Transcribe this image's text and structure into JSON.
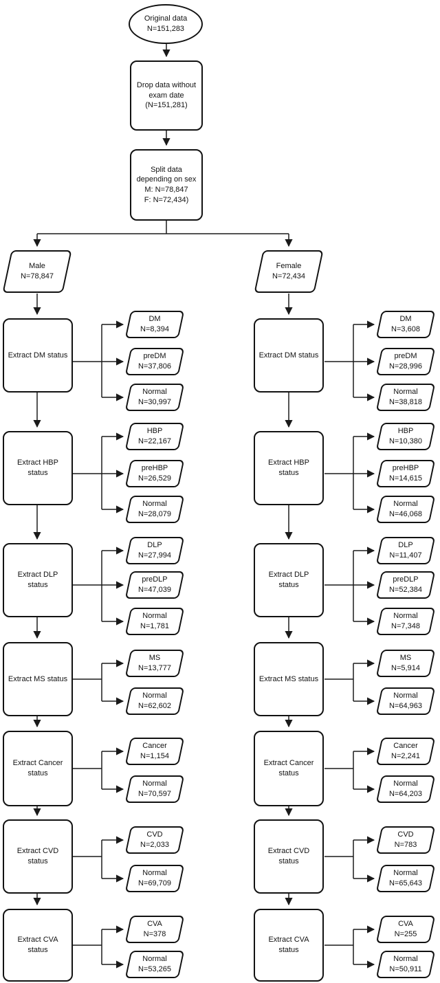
{
  "top": {
    "original": {
      "l1": "Original data",
      "l2": "N=151,283"
    },
    "drop": {
      "l1": "Drop data without",
      "l2": "exam date",
      "l3": "(N=151,281)"
    },
    "split": {
      "l1": "Split data",
      "l2": "depending on sex",
      "l3": "M: N=78,847",
      "l4": "F: N=72,434)"
    }
  },
  "male": {
    "entry": {
      "label": "Male",
      "n": "N=78,847"
    },
    "steps": [
      {
        "l1": "Extract DM status",
        "l2": "",
        "outputs": [
          {
            "label": "DM",
            "n": "N=8,394"
          },
          {
            "label": "preDM",
            "n": "N=37,806"
          },
          {
            "label": "Normal",
            "n": "N=30,997"
          }
        ]
      },
      {
        "l1": "Extract HBP",
        "l2": "status",
        "outputs": [
          {
            "label": "HBP",
            "n": "N=22,167"
          },
          {
            "label": "preHBP",
            "n": "N=26,529"
          },
          {
            "label": "Normal",
            "n": "N=28,079"
          }
        ]
      },
      {
        "l1": "Extract DLP",
        "l2": "status",
        "outputs": [
          {
            "label": "DLP",
            "n": "N=27,994"
          },
          {
            "label": "preDLP",
            "n": "N=47,039"
          },
          {
            "label": "Normal",
            "n": "N=1,781"
          }
        ]
      },
      {
        "l1": "Extract MS status",
        "l2": "",
        "outputs": [
          {
            "label": "MS",
            "n": "N=13,777"
          },
          {
            "label": "Normal",
            "n": "N=62,602"
          }
        ]
      },
      {
        "l1": "Extract Cancer",
        "l2": "status",
        "outputs": [
          {
            "label": "Cancer",
            "n": "N=1,154"
          },
          {
            "label": "Normal",
            "n": "N=70,597"
          }
        ]
      },
      {
        "l1": "Extract CVD",
        "l2": "status",
        "outputs": [
          {
            "label": "CVD",
            "n": "N=2,033"
          },
          {
            "label": "Normal",
            "n": "N=69,709"
          }
        ]
      },
      {
        "l1": "Extract CVA",
        "l2": "status",
        "outputs": [
          {
            "label": "CVA",
            "n": "N=378"
          },
          {
            "label": "Normal",
            "n": "N=53,265"
          }
        ]
      }
    ]
  },
  "female": {
    "entry": {
      "label": "Female",
      "n": "N=72,434"
    },
    "steps": [
      {
        "l1": "Extract DM status",
        "l2": "",
        "outputs": [
          {
            "label": "DM",
            "n": "N=3,608"
          },
          {
            "label": "preDM",
            "n": "N=28,996"
          },
          {
            "label": "Normal",
            "n": "N=38,818"
          }
        ]
      },
      {
        "l1": "Extract HBP",
        "l2": "status",
        "outputs": [
          {
            "label": "HBP",
            "n": "N=10,380"
          },
          {
            "label": "preHBP",
            "n": "N=14,615"
          },
          {
            "label": "Normal",
            "n": "N=46,068"
          }
        ]
      },
      {
        "l1": "Extract DLP",
        "l2": "status",
        "outputs": [
          {
            "label": "DLP",
            "n": "N=11,407"
          },
          {
            "label": "preDLP",
            "n": "N=52,384"
          },
          {
            "label": "Normal",
            "n": "N=7,348"
          }
        ]
      },
      {
        "l1": "Extract MS status",
        "l2": "",
        "outputs": [
          {
            "label": "MS",
            "n": "N=5,914"
          },
          {
            "label": "Normal",
            "n": "N=64,963"
          }
        ]
      },
      {
        "l1": "Extract Cancer",
        "l2": "status",
        "outputs": [
          {
            "label": "Cancer",
            "n": "N=2,241"
          },
          {
            "label": "Normal",
            "n": "N=64,203"
          }
        ]
      },
      {
        "l1": "Extract CVD",
        "l2": "status",
        "outputs": [
          {
            "label": "CVD",
            "n": "N=783"
          },
          {
            "label": "Normal",
            "n": "N=65,643"
          }
        ]
      },
      {
        "l1": "Extract CVA",
        "l2": "status",
        "outputs": [
          {
            "label": "CVA",
            "n": "N=255"
          },
          {
            "label": "Normal",
            "n": "N=50,911"
          }
        ]
      }
    ]
  },
  "colors": {
    "line": "#1a1a1a",
    "border": "#111111",
    "background": "#ffffff"
  }
}
